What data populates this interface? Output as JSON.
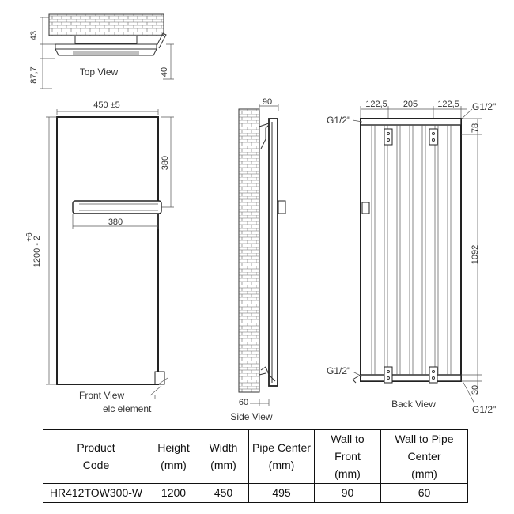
{
  "views": {
    "top_view": "Top View",
    "front_view": "Front View",
    "elc_element": "elc element",
    "side_view": "Side View",
    "back_view": "Back View"
  },
  "dimensions": {
    "top_43": "43",
    "top_87_7": "87,7",
    "top_40": "40",
    "front_width": "450 ±5",
    "front_height": "1200 - 2",
    "front_height_tol": "+6",
    "rail_height": "380",
    "rail_width": "380",
    "side_depth": "90",
    "side_wall": "60",
    "back_122_5_left": "122,5",
    "back_205": "205",
    "back_122_5_right": "122,5",
    "back_78": "78",
    "back_1092": "1092",
    "back_30": "30",
    "g_top_left": "G1/2\"",
    "g_top_right": "G1/2\"",
    "g_bottom_left": "G1/2\"",
    "g_bottom_right": "G1/2\""
  },
  "table": {
    "headers": [
      [
        "Product",
        "Code"
      ],
      [
        "Height",
        "(mm)"
      ],
      [
        "Width",
        "(mm)"
      ],
      [
        "Pipe Center",
        "(mm)"
      ],
      [
        "Wall to",
        "Front",
        "(mm)"
      ],
      [
        "Wall to Pipe",
        "Center",
        "(mm)"
      ]
    ],
    "row": [
      "HR412TOW300-W",
      "1200",
      "450",
      "495",
      "90",
      "60"
    ]
  },
  "colors": {
    "line": "#333333",
    "hatch": "#555555",
    "border": "#111111"
  }
}
